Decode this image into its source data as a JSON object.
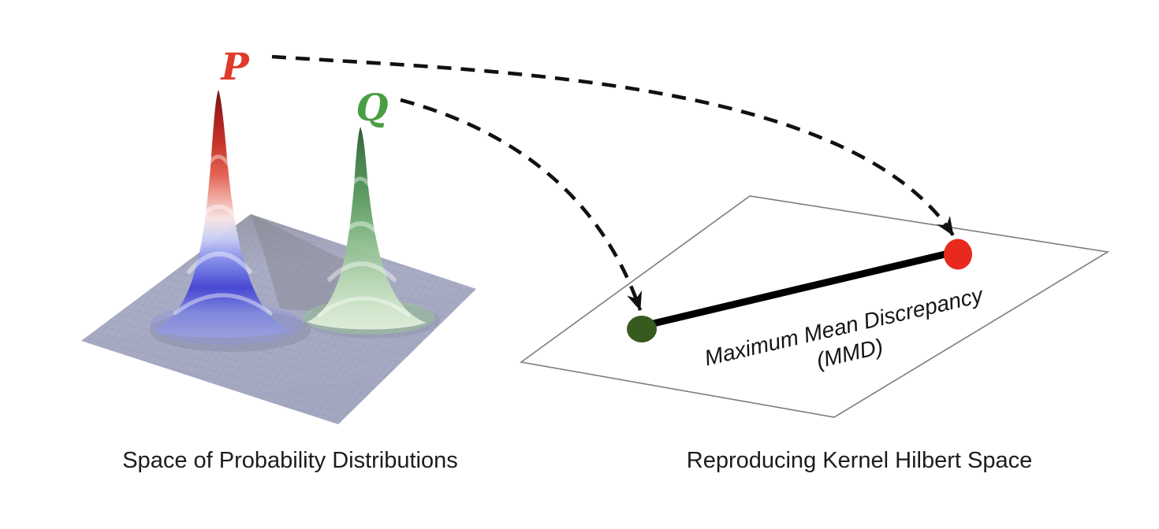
{
  "diagram": {
    "left": {
      "p_label": "P",
      "q_label": "Q",
      "caption": "Space of Probability Distributions"
    },
    "right": {
      "mmd_line1": "Maximum Mean Discrepancy",
      "mmd_line2": "(MMD)",
      "caption": "Reproducing Kernel Hilbert Space"
    },
    "colors": {
      "p_label": "#e03a2a",
      "q_label": "#4a9e42",
      "red_point": "#e8291e",
      "green_point": "#375a1e",
      "arrow": "#111111",
      "mmd_line": "#000000",
      "rkhs_plane_fill": "#ffffff",
      "rkhs_plane_stroke": "#7d7d7d",
      "base_plane": "#a7aac3"
    }
  }
}
